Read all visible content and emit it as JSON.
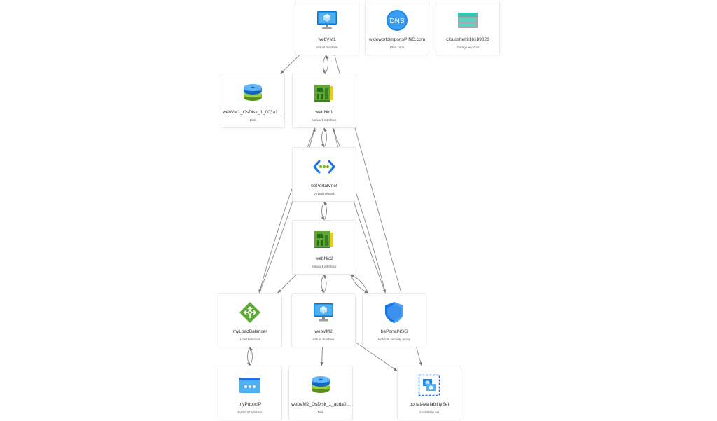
{
  "nodes": [
    {
      "id": "webVM1",
      "name": "webVM1",
      "type": "Virtual machine",
      "icon": "virtual-machine-icon"
    },
    {
      "id": "dns",
      "name": "wideworldimportsPING.com",
      "type": "DNS zone",
      "icon": "dns-zone-icon"
    },
    {
      "id": "storage",
      "name": "cloudshell916189828",
      "type": "Storage account",
      "icon": "storage-account-icon"
    },
    {
      "id": "disk1",
      "name": "webVM1_OsDisk_1_003a17...",
      "type": "Disk",
      "icon": "disk-icon"
    },
    {
      "id": "webNic1",
      "name": "webNic1",
      "type": "Network interface",
      "icon": "network-interface-icon"
    },
    {
      "id": "vnet",
      "name": "bePortalVnet",
      "type": "Virtual network",
      "icon": "virtual-network-icon"
    },
    {
      "id": "webNic2",
      "name": "webNic2",
      "type": "Network interface",
      "icon": "network-interface-icon"
    },
    {
      "id": "lb",
      "name": "myLoadBalancer",
      "type": "Load balancer",
      "icon": "load-balancer-icon"
    },
    {
      "id": "webVM2",
      "name": "webVM2",
      "type": "Virtual machine",
      "icon": "virtual-machine-icon"
    },
    {
      "id": "nsg",
      "name": "bePortalNSG",
      "type": "Network security group",
      "icon": "network-security-group-icon"
    },
    {
      "id": "pip",
      "name": "myPublicIP",
      "type": "Public IP address",
      "icon": "public-ip-icon"
    },
    {
      "id": "disk2",
      "name": "webVM2_OsDisk_1_acda0...",
      "type": "Disk",
      "icon": "disk-icon"
    },
    {
      "id": "avset",
      "name": "portalAvailabilitySet",
      "type": "Availability set",
      "icon": "availability-set-icon"
    }
  ],
  "edges": [
    {
      "from": "webVM1",
      "to": "disk1"
    },
    {
      "from": "webVM1",
      "to": "webNic1"
    },
    {
      "from": "webNic1",
      "to": "webVM1"
    },
    {
      "from": "webVM1",
      "to": "avset"
    },
    {
      "from": "webNic1",
      "to": "vnet"
    },
    {
      "from": "vnet",
      "to": "webNic1"
    },
    {
      "from": "webNic1",
      "to": "lb"
    },
    {
      "from": "lb",
      "to": "webNic1"
    },
    {
      "from": "webNic1",
      "to": "nsg"
    },
    {
      "from": "nsg",
      "to": "webNic1"
    },
    {
      "from": "vnet",
      "to": "webNic2"
    },
    {
      "from": "webNic2",
      "to": "vnet"
    },
    {
      "from": "webNic2",
      "to": "lb"
    },
    {
      "from": "webNic2",
      "to": "webVM2"
    },
    {
      "from": "webVM2",
      "to": "webNic2"
    },
    {
      "from": "webNic2",
      "to": "nsg"
    },
    {
      "from": "nsg",
      "to": "webNic2"
    },
    {
      "from": "lb",
      "to": "pip"
    },
    {
      "from": "pip",
      "to": "lb"
    },
    {
      "from": "webVM2",
      "to": "disk2"
    },
    {
      "from": "webVM2",
      "to": "avset"
    }
  ]
}
